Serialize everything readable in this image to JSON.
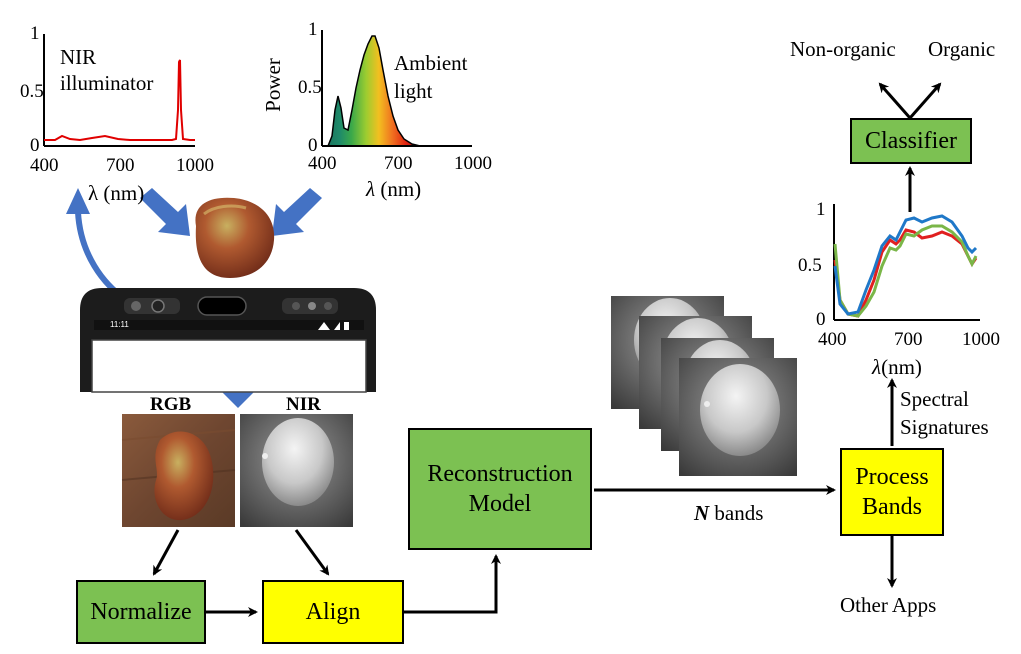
{
  "nir_illuminator_chart": {
    "label_line1": "NIR",
    "label_line2": "illuminator",
    "y_ticks": [
      "1",
      "0.5",
      "0"
    ],
    "x_ticks": [
      "400",
      "700",
      "1000"
    ],
    "xlabel": "λ (nm)"
  },
  "ambient_light_chart": {
    "label_line1": "Ambient",
    "label_line2": "light",
    "ylabel": "Power",
    "y_ticks": [
      "1",
      "0.5",
      "0"
    ],
    "x_ticks": [
      "400",
      "700",
      "1000"
    ],
    "xlabel_symbol": "λ",
    "xlabel_unit": "(nm)"
  },
  "signature_chart": {
    "y_ticks": [
      "1",
      "0.5",
      "0"
    ],
    "x_ticks": [
      "400",
      "700",
      "1000"
    ],
    "xlabel_symbol": "λ",
    "xlabel_unit": "(nm)"
  },
  "phone": {
    "status_time": "11:11"
  },
  "images": {
    "rgb_label": "RGB",
    "nir_label": "NIR"
  },
  "boxes": {
    "normalize": "Normalize",
    "align": "Align",
    "reconstruction_line1": "Reconstruction",
    "reconstruction_line2": "Model",
    "process_line1": "Process",
    "process_line2": "Bands",
    "classifier": "Classifier"
  },
  "labels": {
    "n_symbol": "N",
    "n_bands_suffix": " bands",
    "spectral_line1": "Spectral",
    "spectral_line2": "Signatures",
    "other_apps": "Other Apps",
    "non_organic": "Non-organic",
    "organic": "Organic"
  },
  "colors": {
    "box_green": "#7cc152",
    "box_yellow": "#ffff00",
    "arrow_blue": "#4472c4",
    "nir_line": "#e00000",
    "series_red": "#e02020",
    "series_blue": "#1f78c8",
    "series_green": "#7ab648"
  }
}
